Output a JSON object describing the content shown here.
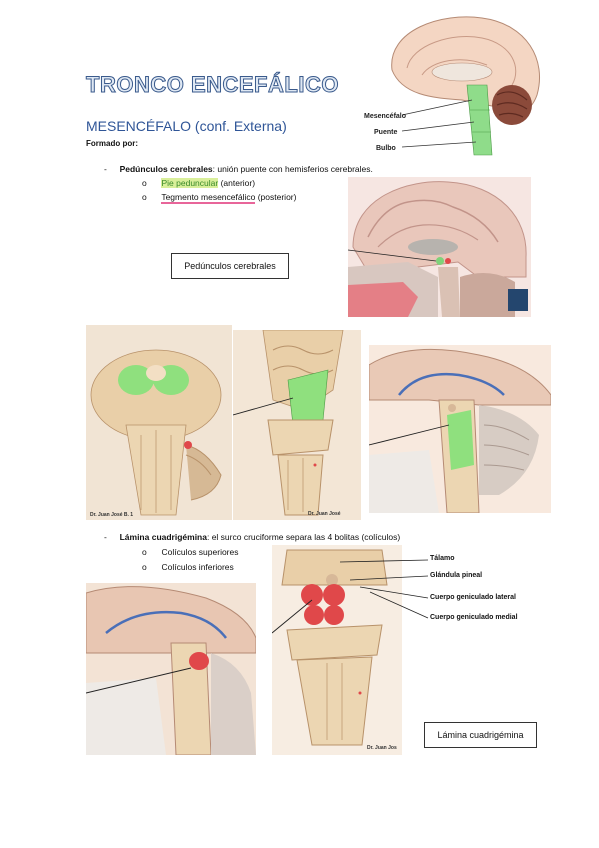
{
  "doc": {
    "title": "TRONCO ENCEFÁLICO",
    "subtitle": "MESENCÉFALO (conf. Externa)",
    "formado": "Formado por:"
  },
  "section1": {
    "dash": "-",
    "head": "Pedúnculos cerebrales",
    "rest": ": unión puente con hemisferios cerebrales.",
    "items": [
      {
        "bullet": "o",
        "hl": "Pie peduncular",
        "rest": " (anterior)"
      },
      {
        "bullet": "o",
        "hl": "Tegmento mesencefálico",
        "rest": " (posterior)"
      }
    ],
    "box": "Pedúnculos cerebrales"
  },
  "brain_fig": {
    "labels": [
      "Mesencéfalo",
      "Puente",
      "Bulbo"
    ]
  },
  "credits": {
    "c1": "Dr. Juan José B. 1",
    "c2": "Dr. Juan José",
    "c3": "Dr. Juan Jos"
  },
  "section2": {
    "dash": "-",
    "head": "Lámina cuadrigémina",
    "rest": ": el surco cruciforme separa las 4 bolitas (colículos)",
    "items": [
      {
        "bullet": "o",
        "text": "Colículos superiores"
      },
      {
        "bullet": "o",
        "text": "Colículos inferiores"
      }
    ],
    "labels": [
      "Tálamo",
      "Glándula pineal",
      "Cuerpo geniculado lateral",
      "Cuerpo geniculado medial"
    ],
    "box": "Lámina cuadrigémina"
  },
  "colors": {
    "accent_title": "#2f5597",
    "highlight_green": "#d9ef9a",
    "underline_pink": "#e8659a",
    "tissue": "#e9cfa8",
    "brainstem_green": "#7fd27a",
    "colliculi_red": "#e0484a"
  }
}
